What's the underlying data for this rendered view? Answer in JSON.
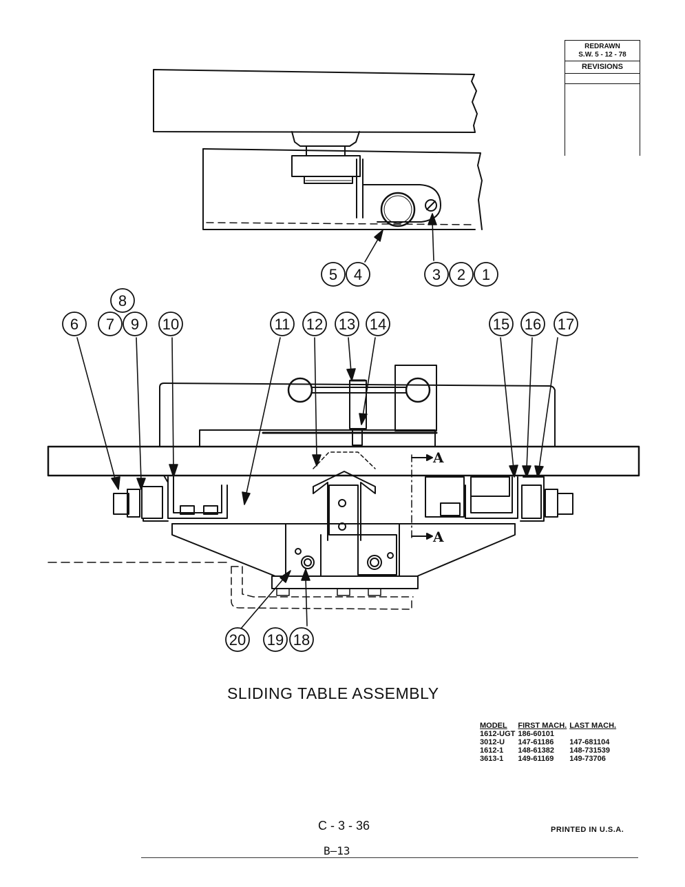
{
  "revision_block": {
    "line1": "REDRAWN",
    "line2": "S.W. 5 - 12 - 78",
    "label": "REVISIONS"
  },
  "callouts": [
    "1",
    "2",
    "3",
    "4",
    "5",
    "6",
    "7",
    "8",
    "9",
    "10",
    "11",
    "12",
    "13",
    "14",
    "15",
    "16",
    "17",
    "18",
    "19",
    "20"
  ],
  "section_label": "A",
  "title": "SLIDING TABLE ASSEMBLY",
  "model_table": {
    "headers": [
      "MODEL",
      "FIRST MACH.",
      "LAST MACH."
    ],
    "rows": [
      [
        "1612-UGT",
        "186-60101",
        ""
      ],
      [
        "3012-U",
        "147-61186",
        "147-681104"
      ],
      [
        "1612-1",
        "148-61382",
        "148-731539"
      ],
      [
        "3613-1",
        "149-61169",
        "149-73706"
      ]
    ]
  },
  "page_code": "C - 3 - 36",
  "printed": "PRINTED IN U.S.A.",
  "sub_code": "B–13"
}
